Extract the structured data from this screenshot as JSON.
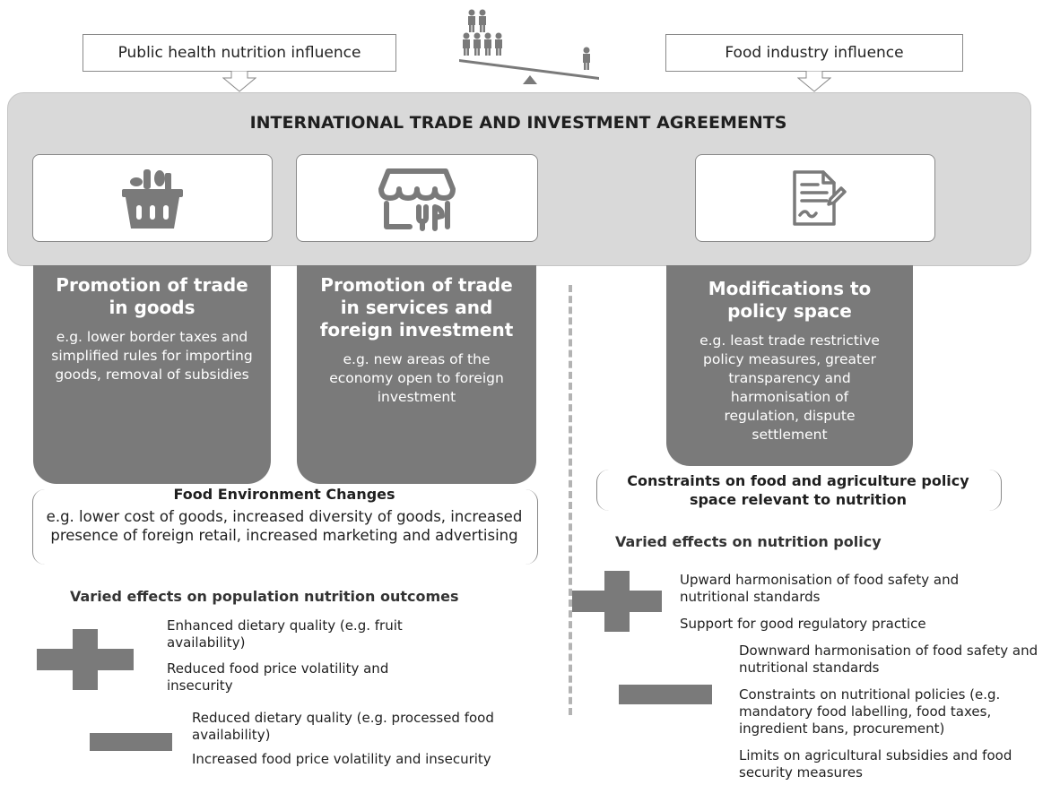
{
  "top": {
    "left_callout": "Public health nutrition influence",
    "right_callout": "Food industry influence",
    "balance_icon": "people-on-seesaw-icon"
  },
  "band": {
    "title": "INTERNATIONAL TRADE AND INVESTMENT AGREEMENTS",
    "icons": [
      "grocery-basket-icon",
      "storefront-restaurant-icon",
      "document-signing-icon"
    ]
  },
  "columns": [
    {
      "title": "Promotion of trade in goods",
      "body": "e.g. lower border taxes and simplified rules for importing goods, removal of subsidies"
    },
    {
      "title": "Promotion of trade in services and foreign investment",
      "body": "e.g. new areas of the economy open to foreign investment"
    },
    {
      "title": "Modifications to policy space",
      "body": "e.g. least trade restrictive policy measures, greater transparency and harmonisation of regulation, dispute settlement"
    }
  ],
  "left": {
    "env_title": "Food Environment Changes",
    "env_body": "e.g. lower cost of goods, increased diversity of goods, increased presence of foreign retail, increased marketing and advertising",
    "effects_heading": "Varied effects on population nutrition outcomes",
    "positive": [
      "Enhanced dietary quality (e.g. fruit availability)",
      "Reduced food price volatility and insecurity"
    ],
    "negative": [
      "Reduced dietary quality (e.g. processed food availability)",
      "Increased food price volatility and insecurity"
    ]
  },
  "right": {
    "constraints": "Constraints on food and agriculture policy space relevant to nutrition",
    "effects_heading": "Varied effects on nutrition policy",
    "positive": [
      "Upward harmonisation of food safety and nutritional standards",
      "Support for good regulatory practice"
    ],
    "negative": [
      "Downward harmonisation of food safety and nutritional standards",
      "Constraints on nutritional policies (e.g. mandatory food labelling, food taxes, ingredient bans, procurement)",
      "Limits on agricultural subsidies and food security measures"
    ]
  }
}
